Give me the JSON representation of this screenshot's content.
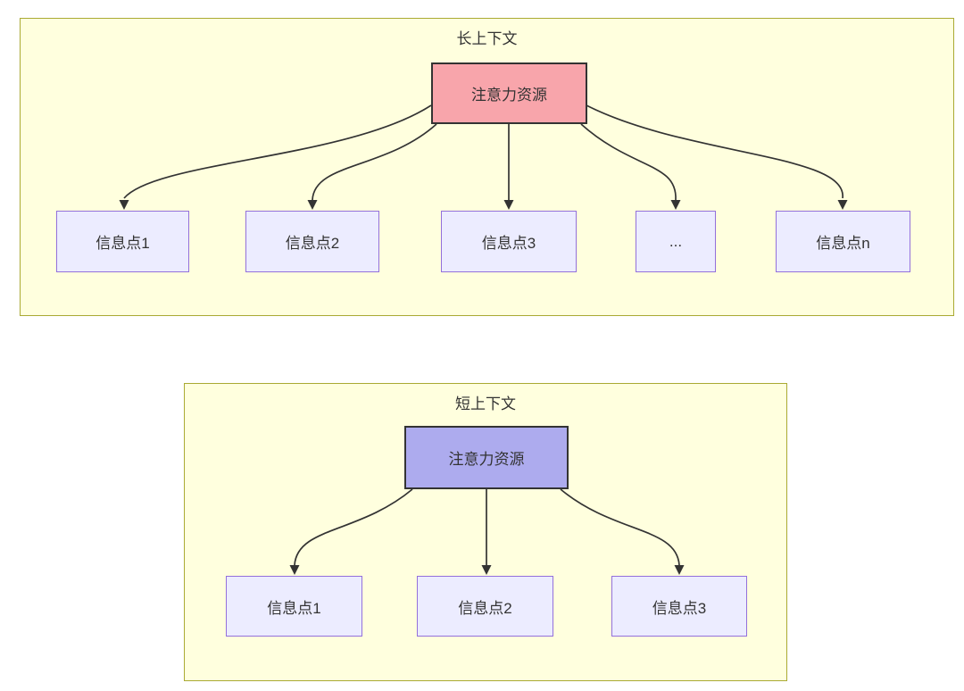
{
  "diagram": {
    "sections": [
      {
        "title": "长上下文",
        "hub": {
          "label": "注意力资源"
        },
        "nodes": [
          {
            "label": "信息点1"
          },
          {
            "label": "信息点2"
          },
          {
            "label": "信息点3"
          },
          {
            "label": "..."
          },
          {
            "label": "信息点n"
          }
        ]
      },
      {
        "title": "短上下文",
        "hub": {
          "label": "注意力资源"
        },
        "nodes": [
          {
            "label": "信息点1"
          },
          {
            "label": "信息点2"
          },
          {
            "label": "信息点3"
          }
        ]
      }
    ],
    "colors": {
      "section_fill": "#ffffde",
      "section_border": "#aaaa33",
      "node_fill": "#ececff",
      "node_border": "#9370db",
      "hub_long_fill": "#f8a5ab",
      "hub_short_fill": "#adabee",
      "hub_border": "#333333",
      "edge": "#333333",
      "text": "#333333"
    }
  }
}
